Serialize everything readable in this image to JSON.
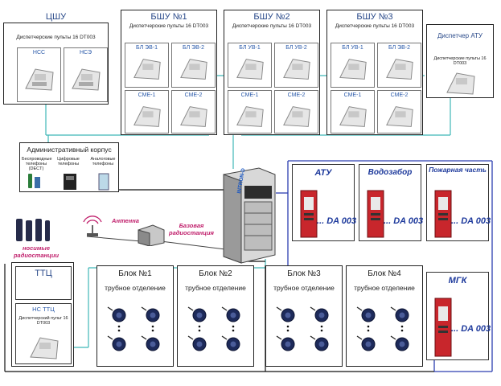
{
  "cshu": {
    "title": "ЦШУ",
    "subtitle": "Диспетчерские пульты 16 DT003",
    "consoles": [
      "НСС",
      "НСЭ"
    ]
  },
  "bshu": [
    {
      "title": "БШУ №1",
      "subtitle": "Диспетчерские пульты 16 DT003",
      "consoles": [
        "БЛ ЭВ-1",
        "БЛ ЭВ-2",
        "СМЕ-1",
        "СМЕ-2"
      ]
    },
    {
      "title": "БШУ №2",
      "subtitle": "Диспетчерские пульты 16 DT003",
      "consoles": [
        "БЛ УВ-1",
        "БЛ УВ-2",
        "СМЕ-1",
        "СМЕ-2"
      ]
    },
    {
      "title": "БШУ №3",
      "subtitle": "Диспетчерские пульты 16 DT003",
      "consoles": [
        "БЛ УВ-1",
        "БЛ ЭВ-2",
        "СМЕ-1",
        "СМЕ-2"
      ]
    }
  ],
  "atu_dispatcher": {
    "title": "Диспетчер АТУ",
    "subtitle": "Диспетчерские пульты 16 DT003"
  },
  "admin": {
    "title": "Административный корпус",
    "devices": [
      "Беспроводные телефоны (DECT)",
      "Цифровые телефоны",
      "Аналоговые телефоны"
    ]
  },
  "server_label": "INTRON-D",
  "radio": {
    "antenna": "Антенна",
    "base_station": "Базовая радиостанция",
    "handheld": "носимые радиостанции"
  },
  "da_units": [
    {
      "title": "АТУ",
      "label": "... DA 003"
    },
    {
      "title": "Водозабор",
      "label": "... DA 003"
    },
    {
      "title": "Пожарная часть",
      "label": "... DA 003"
    },
    {
      "title": "МГК",
      "label": "... DA 003"
    }
  ],
  "ttc": {
    "title": "ТТЦ",
    "console": "НС ТТЦ",
    "subtitle": "Диспетчерский пульт 16 DT003"
  },
  "blocks": [
    {
      "title": "Блок №1",
      "sub": "трубное отделение"
    },
    {
      "title": "Блок №2",
      "sub": "трубное отделение"
    },
    {
      "title": "Блок №3",
      "sub": "трубное отделение"
    },
    {
      "title": "Блок №4",
      "sub": "трубное отделение"
    }
  ],
  "colors": {
    "link_teal": "#3fb8b8",
    "link_blue": "#2c3fb0",
    "link_black": "#111111",
    "red_unit": "#c8262c",
    "title_blue": "#1e3a9c"
  }
}
